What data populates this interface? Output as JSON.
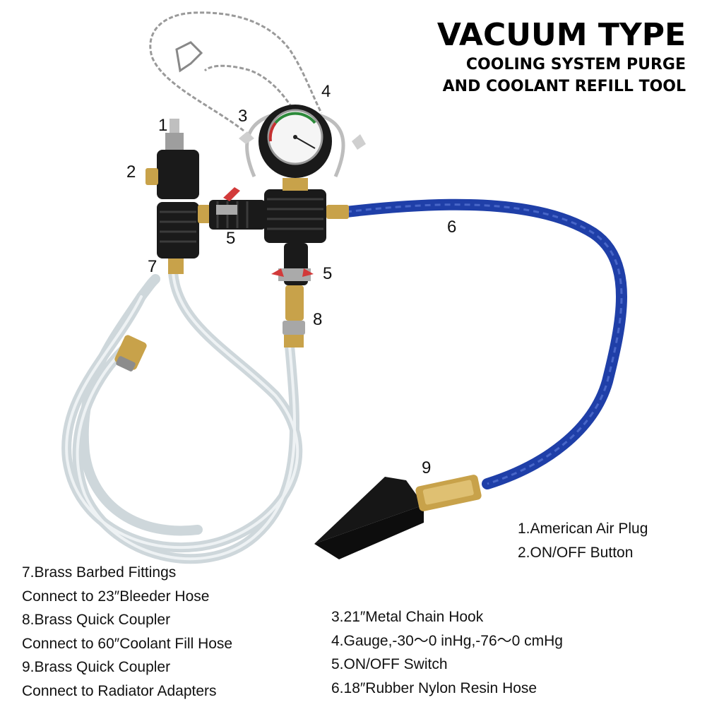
{
  "title": {
    "main": "VACUUM TYPE",
    "line1": "COOLING SYSTEM PURGE",
    "line2": "AND COOLANT REFILL TOOL"
  },
  "callouts": [
    "1",
    "2",
    "3",
    "4",
    "5",
    "5",
    "6",
    "7",
    "8",
    "9"
  ],
  "legend_top_right": [
    "1.American Air Plug",
    "2.ON/OFF Button"
  ],
  "legend_bottom_left": [
    "7.Brass Barbed Fittings",
    "Connect to 23″Bleeder Hose",
    "8.Brass Quick Coupler",
    "Connect to 60″Coolant Fill Hose",
    "9.Brass Quick Coupler",
    "Connect to Radiator Adapters"
  ],
  "legend_bottom_center": [
    "3.21″Metal Chain Hook",
    "4.Gauge,-30～0 inHg,-76～0 cmHg",
    "5.ON/OFF Switch",
    "6.18″Rubber Nylon Resin Hose"
  ],
  "colors": {
    "blue_hose": "#1f3fa8",
    "brass": "#c8a24a",
    "rubber": "#1a1a1a",
    "clear_tube": "#c9d3d8",
    "red_handle": "#d23a3a"
  }
}
